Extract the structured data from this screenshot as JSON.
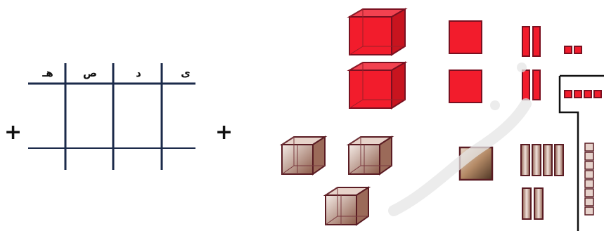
{
  "table": {
    "headers": [
      "ی",
      "د",
      "ص",
      "هـ"
    ]
  },
  "operators": {
    "left": "+",
    "right": "+"
  },
  "colors": {
    "thousand": "#f21c2c",
    "hundred_cube": "#f21c2c",
    "thousand_cube_light": "#c99d8e",
    "ten_rod_light": "#b8877a",
    "grid_line": "#1b2a4a",
    "outline": "#7a1020"
  },
  "blocks": {
    "red_cubes": 2,
    "red_flats": 2,
    "red_rod_pairs": 2,
    "red_unit_groups": 2,
    "light_cubes": 3,
    "light_flats": 1,
    "light_rod_groups": 2,
    "light_unit_column": 8
  }
}
